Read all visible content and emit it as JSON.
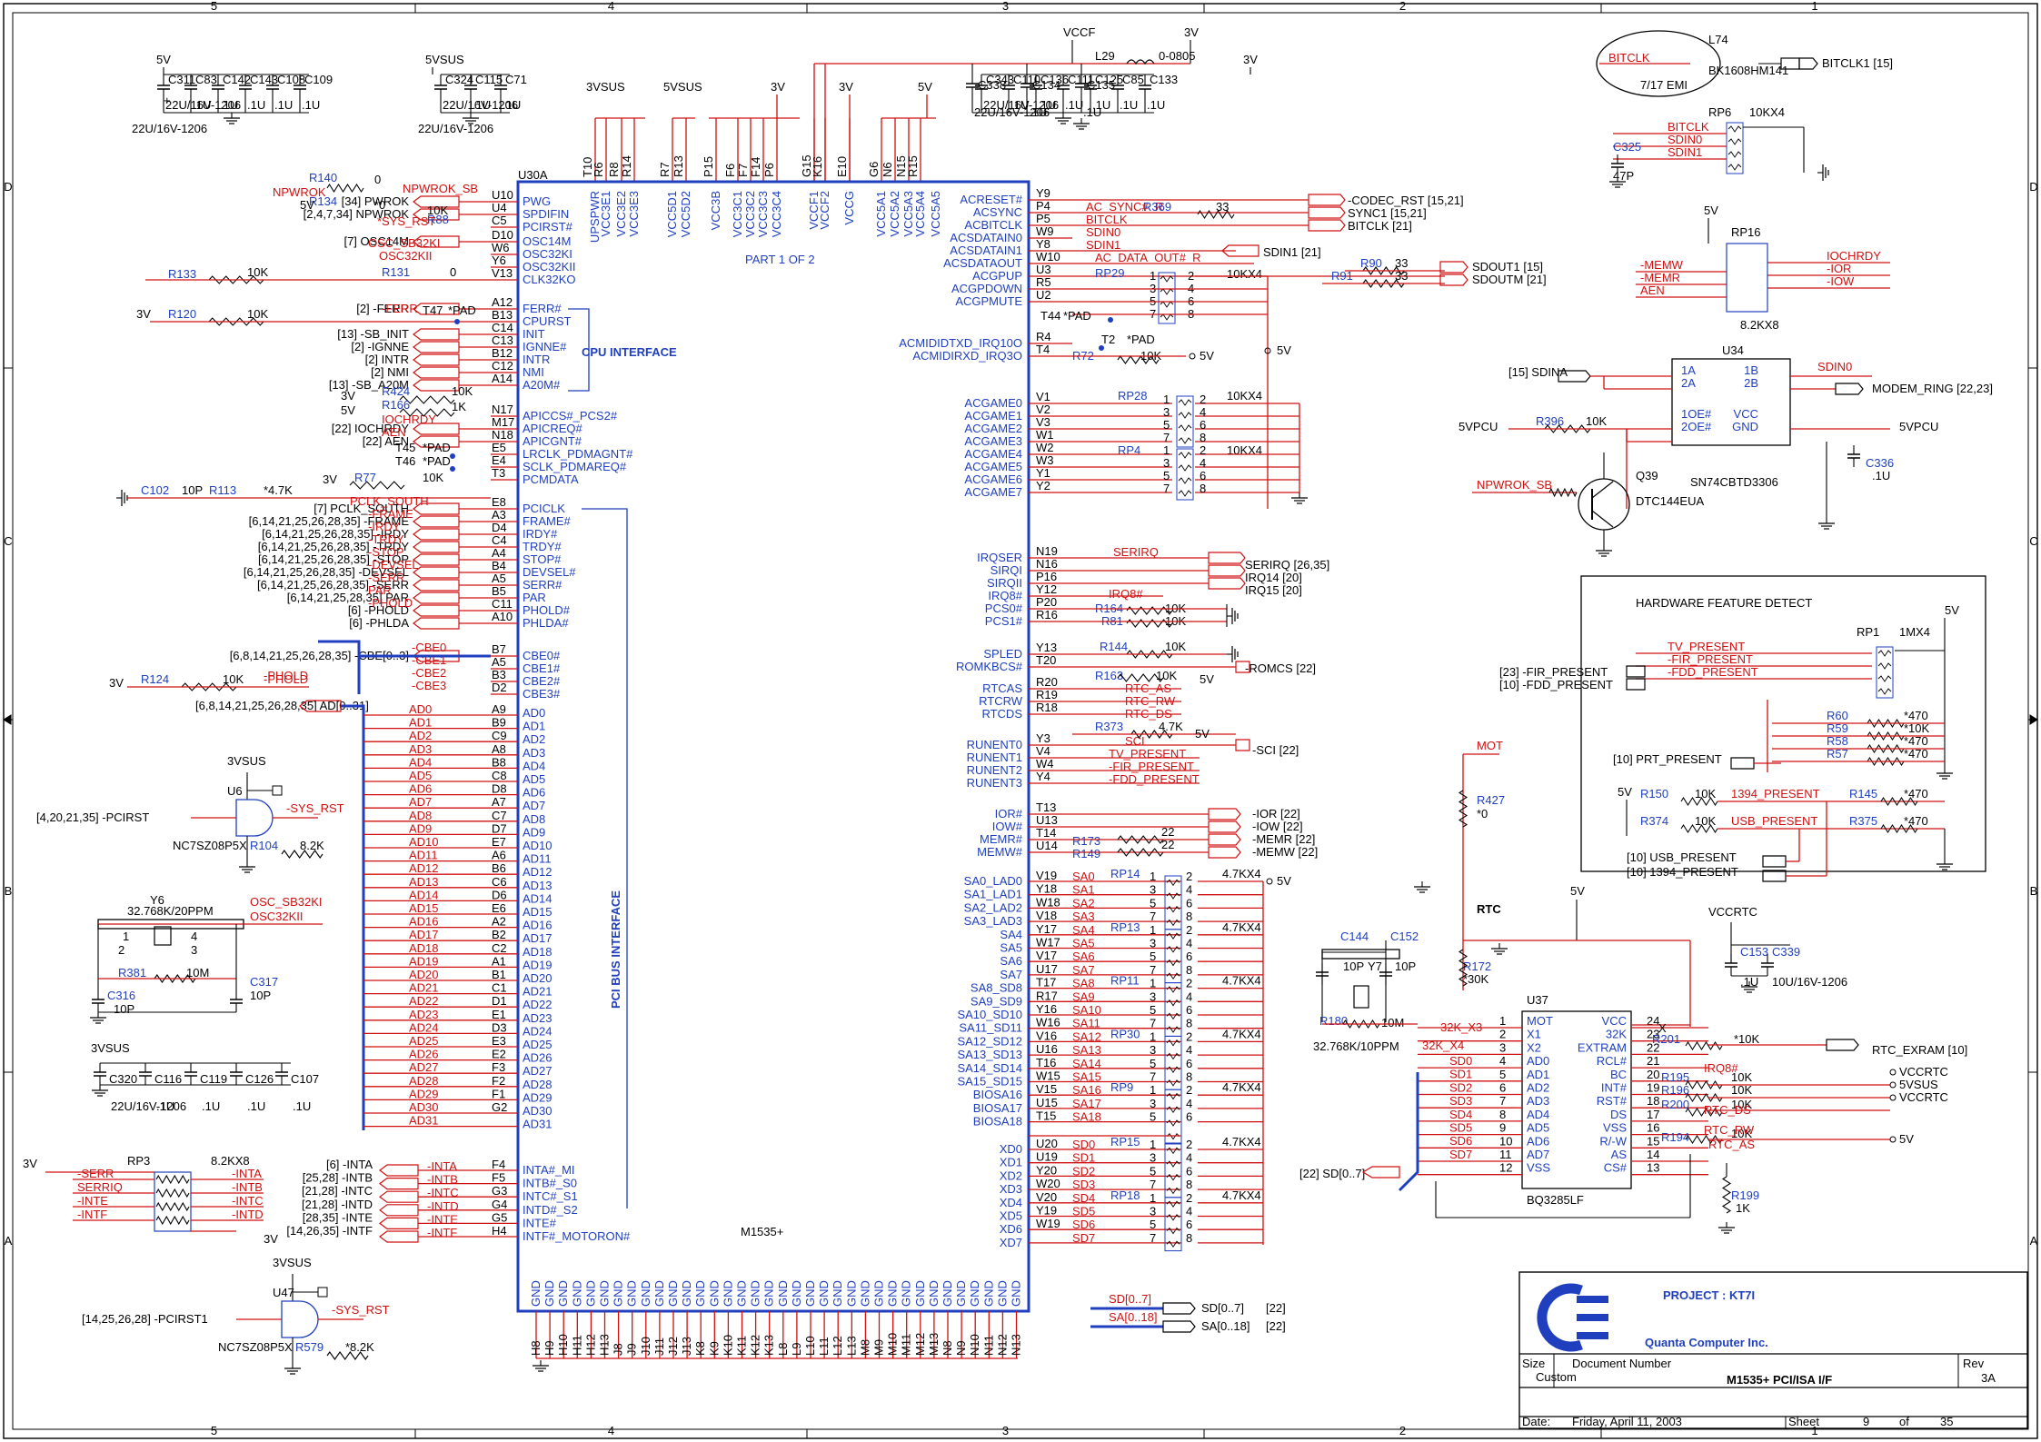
{
  "border": {
    "top_numbers": [
      "5",
      "4",
      "3",
      "2",
      "1"
    ],
    "side_letters": [
      "D",
      "C",
      "B",
      "A"
    ]
  },
  "power": {
    "left_group1": {
      "rail": "5V",
      "caps": [
        "C311",
        "C83",
        "C142",
        "C143",
        "C108",
        "C109"
      ],
      "values": [
        "22U/16V-1206",
        ".1U",
        ".1U",
        ".1U",
        ".1U",
        ".1U"
      ]
    },
    "left_group2": {
      "rail": "5VSUS",
      "caps": [
        "C324",
        "C115",
        "C71"
      ],
      "values": [
        "22U/16V-1206",
        ".1U",
        ".1U"
      ]
    },
    "vccf_group": {
      "rail": "VCCF",
      "rail2": "3V",
      "inductor": "L29",
      "inductor_value": "0-0805",
      "caps": [
        "C338",
        "C134",
        "C135"
      ],
      "values": [
        "22U/16V-1206",
        ".1U",
        ".1U"
      ]
    },
    "right_group": {
      "rail": "3V",
      "caps": [
        "C343",
        "C110",
        "C136",
        "C111",
        "C125",
        "C85",
        "C133"
      ],
      "values": [
        "22U/16V-1206",
        ".1U",
        ".1U",
        ".1U",
        ".1U",
        ".1U",
        ".1U"
      ]
    },
    "supply_labels": [
      "3VSUS",
      "5VSUS",
      "3V",
      "3V",
      "5V"
    ],
    "pins": [
      "T10",
      "R6",
      "R8",
      "R14",
      "R7",
      "R13",
      "P15",
      "F6",
      "F7",
      "F14",
      "P6",
      "G15",
      "K16",
      "E10",
      "G6",
      "N6",
      "N15",
      "R15"
    ],
    "pin_names": [
      "UPSPWR",
      "VCC3E1",
      "VCC3E2",
      "VCC3E3",
      "VCC5D1",
      "VCC5D2",
      "VCC3B",
      "VCC3C1",
      "VCC3C2",
      "VCC3C3",
      "VCC3C4",
      "VCCF1",
      "VCCF2",
      "VCCG",
      "VCC5A1",
      "VCC5A2",
      "VCC5A3",
      "VCC5A4",
      "VCC5A5"
    ]
  },
  "chip": {
    "ref": "U30A",
    "part": "M1535+",
    "part_of": "PART 1 OF 2",
    "cpu_title": "CPU INTERFACE",
    "pci_title": "PCI BUS INTERFACE"
  },
  "left_signals": [
    {
      "net": "[34] PWROK",
      "pin": "U10",
      "name": "PWG"
    },
    {
      "net": "[2,4,7,34] NPWROK",
      "pin": "U4",
      "name": "SPDIFIN"
    },
    {
      "net": "",
      "pin": "C5",
      "name": "PCIRST#"
    },
    {
      "net": "[7] OSC14M",
      "pin": "D10",
      "name": "OSC14M"
    },
    {
      "net": "",
      "pin": "W6",
      "name": "OSC32KI"
    },
    {
      "net": "",
      "pin": "Y6",
      "name": "OSC32KII"
    },
    {
      "net": "",
      "pin": "V13",
      "name": "CLK32KO"
    },
    {
      "net": "[2] -FERR",
      "pin": "A12",
      "name": "FERR#"
    },
    {
      "net": "",
      "pin": "B13",
      "name": "CPURST"
    },
    {
      "net": "[13] -SB_INIT",
      "pin": "C14",
      "name": "INIT"
    },
    {
      "net": "[2] -IGNNE",
      "pin": "C13",
      "name": "IGNNE#"
    },
    {
      "net": "[2] INTR",
      "pin": "B12",
      "name": "INTR"
    },
    {
      "net": "[2] NMI",
      "pin": "C12",
      "name": "NMI"
    },
    {
      "net": "[13] -SB_A20M",
      "pin": "A14",
      "name": "A20M#"
    },
    {
      "net": "",
      "pin": "N17",
      "name": "APICCS#_PCS2#"
    },
    {
      "net": "[22] IOCHRDY",
      "pin": "M17",
      "name": "APICREQ#"
    },
    {
      "net": "[22] AEN",
      "pin": "N18",
      "name": "APICGNT#"
    },
    {
      "net": "",
      "pin": "E5",
      "name": "LRCLK_PDMAGNT#"
    },
    {
      "net": "",
      "pin": "E4",
      "name": "SCLK_PDMAREQ#"
    },
    {
      "net": "",
      "pin": "T3",
      "name": "PCMDATA"
    },
    {
      "net": "[7] PCLK_SOUTH",
      "pin": "E8",
      "name": "PCICLK"
    },
    {
      "net": "[6,14,21,25,26,28,35] -FRAME",
      "pin": "A3",
      "name": "FRAME#"
    },
    {
      "net": "[6,14,21,25,26,28,35] -IRDY",
      "pin": "D4",
      "name": "IRDY#"
    },
    {
      "net": "[6,14,21,25,26,28,35] -TRDY",
      "pin": "C4",
      "name": "TRDY#"
    },
    {
      "net": "[6,14,21,25,26,28,35] -STOP",
      "pin": "A4",
      "name": "STOP#"
    },
    {
      "net": "[6,14,21,25,26,28,35] -DEVSEL",
      "pin": "B4",
      "name": "DEVSEL#"
    },
    {
      "net": "[6,14,21,25,26,28,35] -SERR",
      "pin": "A5",
      "name": "SERR#"
    },
    {
      "net": "[6,14,21,25,28,35] PAR",
      "pin": "B5",
      "name": "PAR"
    },
    {
      "net": "[6] -PHOLD",
      "pin": "C11",
      "name": "PHOLD#"
    },
    {
      "net": "[6] -PHLDA",
      "pin": "A10",
      "name": "PHLDA#"
    },
    {
      "net": "[6,8,14,21,25,26,28,35] -CBE[0..3]",
      "pin": "B7",
      "name": "CBE0#"
    },
    {
      "net": "",
      "pin": "A5",
      "name": "CBE1#"
    },
    {
      "net": "",
      "pin": "B3",
      "name": "CBE2#"
    },
    {
      "net": "",
      "pin": "D2",
      "name": "CBE3#"
    }
  ],
  "left_red_labels": [
    "NPWROK_SB",
    "NPWROK",
    "*SYS_RST",
    "OSC_SB32KI",
    "OSC32KII",
    "-FERR",
    "IOCHRDY",
    "AEN",
    "PCLK_SOUTH",
    "-FRAME",
    "-IRDY",
    "-TRDY",
    "-STOP",
    "-DEVSEL",
    "-SERR",
    "PAR",
    "-PHOLD",
    "-CBE0",
    "-CBE1",
    "-CBE2",
    "-CBE3",
    "-PHOLD"
  ],
  "left_parts": {
    "R140": "0",
    "R134": "*0",
    "R88": "10K",
    "R133": "10K",
    "R131": "0",
    "R120": "10K",
    "T47": "*PAD",
    "R424": "10K",
    "R166": "1K",
    "T45": "*PAD",
    "T46": "*PAD",
    "R77": "10K",
    "C102": "10P",
    "R113": "*4.7K",
    "R124": "10K"
  },
  "ad_bus": {
    "net": "[6,8,14,21,25,26,28,35] AD[0..31]",
    "labels": [
      "AD0",
      "AD1",
      "AD2",
      "AD3",
      "AD4",
      "AD5",
      "AD6",
      "AD7",
      "AD8",
      "AD9",
      "AD10",
      "AD11",
      "AD12",
      "AD13",
      "AD14",
      "AD15",
      "AD16",
      "AD17",
      "AD18",
      "AD19",
      "AD20",
      "AD21",
      "AD22",
      "AD23",
      "AD24",
      "AD25",
      "AD26",
      "AD27",
      "AD28",
      "AD29",
      "AD30",
      "AD31"
    ],
    "pins": [
      "A9",
      "B9",
      "C9",
      "A8",
      "B8",
      "C8",
      "D8",
      "A7",
      "C7",
      "D7",
      "E7",
      "A6",
      "B6",
      "C6",
      "D6",
      "E6",
      "A2",
      "B2",
      "C2",
      "A1",
      "B1",
      "C1",
      "D1",
      "E1",
      "D3",
      "E3",
      "E2",
      "F3",
      "F2",
      "F1",
      "G2"
    ]
  },
  "int_pins": [
    {
      "name": "INTA#_MI",
      "pin": "F4"
    },
    {
      "name": "INTB#_S0",
      "pin": "F5"
    },
    {
      "name": "INTC#_S1",
      "pin": "G3"
    },
    {
      "name": "INTD#_S2",
      "pin": "G4"
    },
    {
      "name": "INTE#",
      "pin": "G5"
    },
    {
      "name": "INTF#_MOTORON#",
      "pin": "H4"
    }
  ],
  "int_nets": [
    "[6] -INTA",
    "[25,28] -INTB",
    "[21,28] -INTC",
    "[21,28] -INTD",
    "[28,35] -INTE",
    "[14,26,35] -INTF"
  ],
  "int_red": [
    "-INTA",
    "-INTB",
    "-INTC",
    "-INTD",
    "-INTE",
    "-INTF"
  ],
  "rp3": {
    "ref": "RP3",
    "value": "8.2KX8",
    "rail": "3V",
    "left_red": [
      "-SERR",
      "SERRIQ",
      "-INTE",
      "-INTF"
    ],
    "right_red": [
      "-INTA",
      "-INTB",
      "-INTC",
      "-INTD"
    ]
  },
  "u6": {
    "ref": "U6",
    "part": "NC7SZ08P5X",
    "rail": "3VSUS",
    "net": "[4,20,21,35] -PCIRST",
    "red": "-SYS_RST",
    "r": "R104",
    "rv": "8.2K"
  },
  "u47": {
    "ref": "U47",
    "part": "NC7SZ08P5X",
    "rail": "3VSUS",
    "net": "[14,25,26,28] -PCIRST1",
    "red": "-SYS_RST",
    "r": "R579",
    "rv": "*8.2K"
  },
  "y6": {
    "ref": "Y6",
    "value": "32.768K/20PPM",
    "r": "R381",
    "rv": "10M",
    "c1": "C316",
    "c1v": "10P",
    "c2": "C317",
    "c2v": "10P",
    "red": [
      "OSC_SB32KI",
      "OSC32KII"
    ]
  },
  "c3vsus": {
    "rail": "3VSUS",
    "caps": [
      "C320",
      "C116",
      "C119",
      "C126",
      "C107"
    ],
    "values": [
      "22U/16V-1206",
      ".1U",
      ".1U",
      ".1U",
      ".1U"
    ]
  },
  "right_signals": [
    {
      "pin": "Y9",
      "name": "ACRESET#"
    },
    {
      "pin": "P4",
      "name": "ACSYNC"
    },
    {
      "pin": "P5",
      "name": "ACBITCLK"
    },
    {
      "pin": "W9",
      "name": "ACSDATAIN0"
    },
    {
      "pin": "Y8",
      "name": "ACSDATAIN1"
    },
    {
      "pin": "W10",
      "name": "ACSDATAOUT"
    },
    {
      "pin": "U3",
      "name": "ACGPUP"
    },
    {
      "pin": "R5",
      "name": "ACGPDOWN"
    },
    {
      "pin": "U2",
      "name": "ACGPMUTE"
    },
    {
      "pin": "R4",
      "name": "ACMIDIDTXD_IRQ10O"
    },
    {
      "pin": "T4",
      "name": "ACMIDIRXD_IRQ3O"
    },
    {
      "pin": "V1",
      "name": "ACGAME0"
    },
    {
      "pin": "V2",
      "name": "ACGAME1"
    },
    {
      "pin": "V3",
      "name": "ACGAME2"
    },
    {
      "pin": "W1",
      "name": "ACGAME3"
    },
    {
      "pin": "W2",
      "name": "ACGAME4"
    },
    {
      "pin": "W3",
      "name": "ACGAME5"
    },
    {
      "pin": "Y1",
      "name": "ACGAME6"
    },
    {
      "pin": "Y2",
      "name": "ACGAME7"
    },
    {
      "pin": "N19",
      "name": "IRQSER"
    },
    {
      "pin": "N16",
      "name": "SIRQI"
    },
    {
      "pin": "P16",
      "name": "SIRQII"
    },
    {
      "pin": "Y12",
      "name": "IRQ8#"
    },
    {
      "pin": "P20",
      "name": "PCS0#"
    },
    {
      "pin": "R16",
      "name": "PCS1#"
    },
    {
      "pin": "Y13",
      "name": "SPLED"
    },
    {
      "pin": "T20",
      "name": "ROMKBCS#"
    },
    {
      "pin": "R20",
      "name": "RTCAS"
    },
    {
      "pin": "R19",
      "name": "RTCRW"
    },
    {
      "pin": "R18",
      "name": "RTCDS"
    },
    {
      "pin": "Y3",
      "name": "RUNENT0"
    },
    {
      "pin": "V4",
      "name": "RUNENT1"
    },
    {
      "pin": "W4",
      "name": "RUNENT2"
    },
    {
      "pin": "Y4",
      "name": "RUNENT3"
    },
    {
      "pin": "T13",
      "name": "IOR#"
    },
    {
      "pin": "U13",
      "name": "IOW#"
    },
    {
      "pin": "T14",
      "name": "MEMR#"
    },
    {
      "pin": "U14",
      "name": "MEMW#"
    }
  ],
  "right_red_labels": [
    "AC_SYNC#_R",
    "BITCLK",
    "SDIN0",
    "SDIN1",
    "AC_DATA_OUT#_R",
    "SERIRQ",
    "IRQ8#",
    "RTC_AS",
    "RTC_RW",
    "RTC_DS",
    "SCI",
    "TV_PRESENT",
    "-FIR_PRESENT",
    "-FDD_PRESENT"
  ],
  "right_nets": [
    "-CODEC_RST [15,21]",
    "SYNC1 [15,21]",
    "BITCLK [21]",
    "SDIN1 [21]",
    "SDOUT1 [15]",
    "SDOUTM [21]",
    "SERIRQ [26,35]",
    "IRQ14 [20]",
    "IRQ15 [20]",
    "-ROMCS [22]",
    "-SCI [22]",
    "-IOR [22]",
    "-IOW [22]",
    "-MEMR [22]",
    "-MEMW [22]"
  ],
  "right_parts": {
    "R369": "33",
    "RP29": "10KX4",
    "T44": "*PAD",
    "T2": "*PAD",
    "R72": "10K",
    "R90": "33",
    "R91": "33",
    "RP28": "10KX4",
    "RP4": "10KX4",
    "R164": "10K",
    "R81": "10K",
    "R144": "10K",
    "R163": "10K",
    "R373": "4.7K",
    "R173": "22",
    "R149": "22",
    "rail": "5V"
  },
  "sa_bus": {
    "names": [
      "SA0_LAD0",
      "SA1_LAD1",
      "SA2_LAD2",
      "SA3_LAD3",
      "SA4",
      "SA5",
      "SA6",
      "SA7",
      "SA8_SD8",
      "SA9_SD9",
      "SA10_SD10",
      "SA11_SD11",
      "SA12_SD12",
      "SA13_SD13",
      "SA14_SD14",
      "SA15_SD15",
      "BIOSA16",
      "BIOSA17",
      "BIOSA18"
    ],
    "pins": [
      "V19",
      "Y18",
      "W18",
      "V18",
      "Y17",
      "W17",
      "V17",
      "U17",
      "T17",
      "R17",
      "Y16",
      "W16",
      "V16",
      "U16",
      "T16",
      "W15",
      "V15",
      "U15",
      "T15"
    ],
    "red": [
      "SA0",
      "SA1",
      "SA2",
      "SA3",
      "SA4",
      "SA5",
      "SA6",
      "SA7",
      "SA8",
      "SA9",
      "SA10",
      "SA11",
      "SA12",
      "SA13",
      "SA14",
      "SA15",
      "SA16",
      "SA17",
      "SA18"
    ],
    "rps": [
      "RP14",
      "RP13",
      "RP11",
      "RP30",
      "RP9"
    ],
    "rpv": "4.7KX4"
  },
  "xd_bus": {
    "names": [
      "XD0",
      "XD1",
      "XD2",
      "XD3",
      "XD4",
      "XD5",
      "XD6",
      "XD7"
    ],
    "pins": [
      "U20",
      "U19",
      "Y20",
      "W20",
      "V20",
      "Y19",
      "W19"
    ],
    "red": [
      "SD0",
      "SD1",
      "SD2",
      "SD3",
      "SD4",
      "SD5",
      "SD6",
      "SD7"
    ],
    "rps": [
      "RP15",
      "RP18"
    ],
    "rpv": "4.7KX4"
  },
  "gnd_pins": [
    "H8",
    "H9",
    "H10",
    "H11",
    "H12",
    "H13",
    "J8",
    "J9",
    "J10",
    "J11",
    "J12",
    "J13",
    "K8",
    "K9",
    "K10",
    "K11",
    "K12",
    "K13",
    "L8",
    "L9",
    "L10",
    "L11",
    "L12",
    "L13",
    "M8",
    "M9",
    "M10",
    "M11",
    "M12",
    "M13",
    "N8",
    "N9",
    "N10",
    "N11",
    "N12",
    "N13"
  ],
  "gnd_label": "GND",
  "bus_out": {
    "sd": "SD[0..7]",
    "sd_ref": "[22]",
    "sa": "SA[0..18]",
    "sa_ref": "[22]"
  },
  "emi": {
    "net_in": "BITCLK",
    "ref": "L74",
    "part": "BK1608HM141",
    "note": "7/17 EMI",
    "net_out": "BITCLK1 [15]"
  },
  "rp6": {
    "ref": "RP6",
    "value": "10KX4",
    "red": [
      "BITCLK",
      "SDIN0",
      "SDIN1"
    ],
    "cap": "C325",
    "capv": "47P"
  },
  "rp16": {
    "ref": "RP16",
    "value": "8.2KX8",
    "rail": "5V",
    "left_red": [
      "-MEMW",
      "-MEMR",
      "AEN"
    ],
    "right_red": [
      "IOCHRDY",
      "-IOR",
      "-IOW"
    ]
  },
  "u34": {
    "ref": "U34",
    "part": "SN74CBTD3306",
    "pins_l": [
      "1A",
      "2A",
      "1OE#",
      "2OE#"
    ],
    "pins_r": [
      "1B",
      "2B",
      "VCC",
      "GND"
    ],
    "net_in": "[15] SDINA",
    "red_out": "SDIN0",
    "net_out": "MODEM_RING [22,23]",
    "rail": "5VPCU",
    "r": "R396",
    "rv": "10K",
    "cap": "C336",
    "capv": ".1U"
  },
  "q39": {
    "ref": "Q39",
    "part": "DTC144EUA",
    "red": "NPWROK_SB"
  },
  "hfd": {
    "title": "HARDWARE FEATURE DETECT",
    "rail": "5V",
    "rp": "RP1",
    "rpv": "1MX4",
    "nets": [
      "[23] -FIR_PRESENT",
      "[10] -FDD_PRESENT",
      "[10] PRT_PRESENT",
      "[10] USB_PRESENT",
      "[10] 1394_PRESENT"
    ],
    "red": [
      "TV_PRESENT",
      "-FIR_PRESENT",
      "-FDD_PRESENT",
      "1394_PRESENT",
      "USB_PRESENT"
    ],
    "rs": [
      [
        "R60",
        "*470"
      ],
      [
        "R59",
        "*10K"
      ],
      [
        "R58",
        "*470"
      ],
      [
        "R57",
        "*470"
      ],
      [
        "R150",
        "10K"
      ],
      [
        "R145",
        "*470"
      ],
      [
        "R374",
        "10K"
      ],
      [
        "R375",
        "*470"
      ]
    ]
  },
  "mot": {
    "red": "MOT",
    "r": "R427",
    "rv": "*0"
  },
  "rtc": {
    "title": "RTC",
    "chip": "U37",
    "part": "BQ3285LF",
    "pins_l": [
      "MOT",
      "X1",
      "X2",
      "AD0",
      "AD1",
      "AD2",
      "AD3",
      "AD4",
      "AD5",
      "AD6",
      "AD7",
      "VSS"
    ],
    "pins_ln": [
      "1",
      "2",
      "3",
      "4",
      "5",
      "6",
      "7",
      "8",
      "9",
      "10",
      "11",
      "12"
    ],
    "pins_r": [
      "VCC",
      "32K",
      "EXTRAM",
      "RCL#",
      "BC",
      "INT#",
      "RST#",
      "DS",
      "VSS",
      "R/-W",
      "AS",
      "CS#"
    ],
    "pins_rn": [
      "24",
      "23",
      "22",
      "21",
      "20",
      "19",
      "18",
      "17",
      "16",
      "15",
      "14",
      "13"
    ],
    "sd_red": [
      "SD0",
      "SD1",
      "SD2",
      "SD3",
      "SD4",
      "SD5",
      "SD6",
      "SD7"
    ],
    "sd_net": "[22] SD[0..7]",
    "y7": "Y7",
    "y7v": "32.768K/10PPM",
    "r180": "R180",
    "r180v": "10M",
    "c144": "C144",
    "c144v": "10P",
    "c152": "C152",
    "c152v": "10P",
    "r172": "R172",
    "r172v": "*30K",
    "red_right": [
      "IRQ8#",
      "RTC_DS",
      "RTC_RW",
      "RTC_AS"
    ],
    "x_red": [
      "32K_X3",
      "32K_X4"
    ],
    "nets_r": [
      "RTC_EXRAM [10]",
      "VCCRTC",
      "5VSUS",
      "VCCRTC",
      "5V"
    ],
    "rs": [
      [
        "R201",
        "*10K"
      ],
      [
        "R195",
        "10K"
      ],
      [
        "R196",
        "10K"
      ],
      [
        "R200",
        "10K"
      ],
      [
        "R194",
        "10K"
      ],
      [
        "R199",
        "1K"
      ]
    ],
    "vccrtc": "VCCRTC",
    "c153": "C153",
    "c153v": ".1U",
    "c339": "C339",
    "c339v": "10U/16V-1206",
    "rail": "5V"
  },
  "title_block": {
    "project": "PROJECT : KT7I",
    "company": "Quanta Computer Inc.",
    "size_label": "Size",
    "size": "Custom",
    "docnum_label": "Document Number",
    "title": "M1535+ PCI/ISA I/F",
    "rev_label": "Rev",
    "rev": "3A",
    "date_label": "Date:",
    "date": "Friday, April 11, 2003",
    "sheet_label": "Sheet",
    "sheet": "9",
    "of_label": "of",
    "total": "35"
  }
}
